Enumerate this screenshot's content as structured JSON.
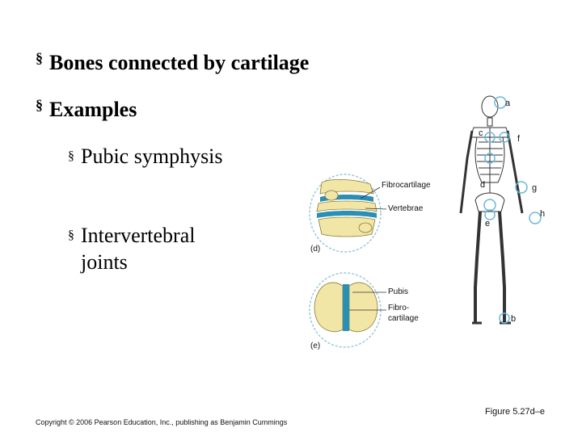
{
  "bullets": {
    "b1": "Bones connected by cartilage",
    "b2": "Examples",
    "b3": "Pubic symphysis",
    "b4": "Intervertebral joints",
    "marker": "§"
  },
  "figure": {
    "labels": {
      "fibrocartilage": "Fibrocartilage",
      "vertebrae": "Vertebrae",
      "d": "(d)",
      "pubis": "Pubis",
      "fibro1": "Fibro-",
      "fibro2": "cartilage",
      "e": "(e)"
    },
    "skeleton_letters": [
      "a",
      "b",
      "c",
      "d",
      "e",
      "f",
      "g",
      "h"
    ],
    "colors": {
      "cartilage": "#2a8fb3",
      "bone": "#f1e6a6",
      "highlight": "#6bb9d9"
    }
  },
  "footer": {
    "copyright": "Copyright © 2006 Pearson Education, Inc., publishing as Benjamin Cummings",
    "figure_ref": "Figure 5.27d–e"
  }
}
